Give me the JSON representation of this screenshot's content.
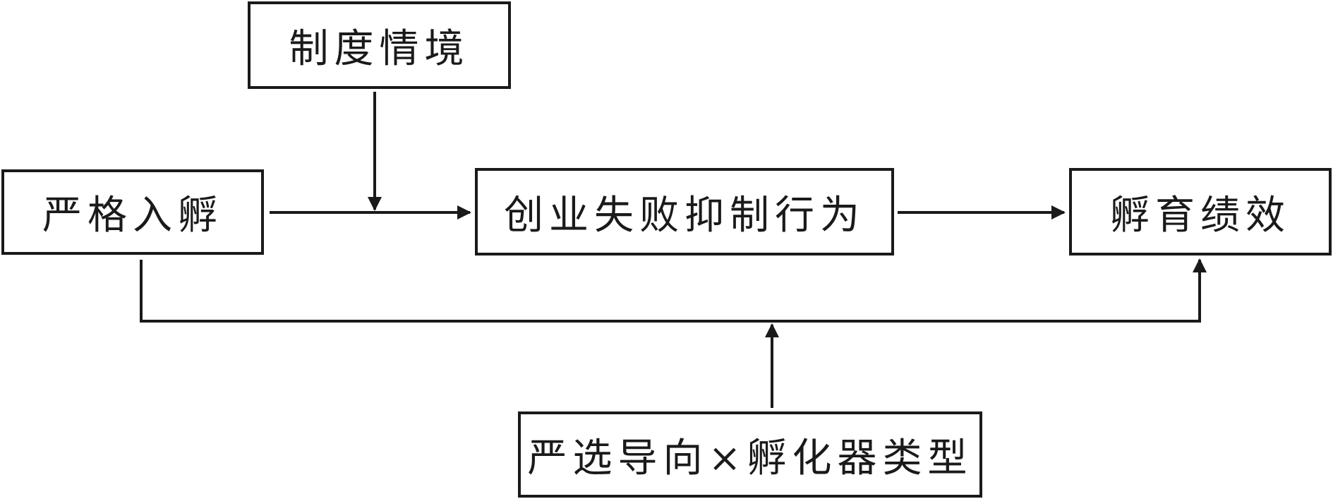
{
  "nodes": {
    "institutional_context": "制度情境",
    "strict_incubation": "严格入孵",
    "failure_suppression": "创业失败抑制行为",
    "incubation_performance": "孵育绩效",
    "moderator": "严选导向×孵化器类型"
  },
  "colors": {
    "line": "#1a1a1a",
    "border": "#1a1a1a",
    "background": "#ffffff"
  }
}
